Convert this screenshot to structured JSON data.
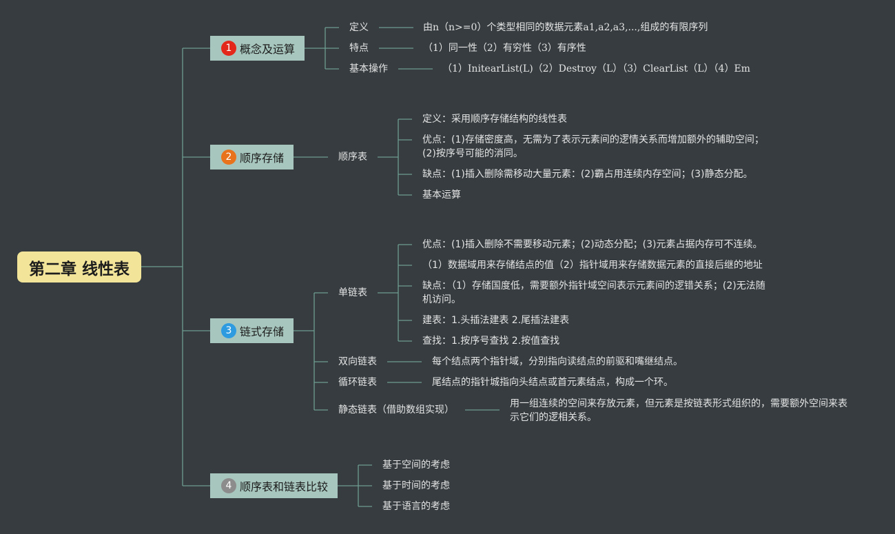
{
  "root": {
    "title": "第二章 线性表",
    "color": "#f2e59a"
  },
  "branches": [
    {
      "number": "1",
      "badge_color": "#e3281b",
      "label": "概念及运算",
      "items": [
        {
          "label": "定义",
          "detail": "由n（n>=0）个类型相同的数据元素a1,a2,a3,...,组成的有限序列"
        },
        {
          "label": "特点",
          "detail": "（1）同一性（2）有穷性（3）有序性"
        },
        {
          "label": "基本操作",
          "detail": "（1）InitearList(L)（2）Destroy（L）（3）ClearList（L）（4）Em"
        }
      ]
    },
    {
      "number": "2",
      "badge_color": "#e8731c",
      "label": "顺序存储",
      "sub": {
        "label": "顺序表",
        "items": [
          "定义：采用顺序存储结构的线性表",
          "优点：(1)存储密度高，无需为了表示元素间的逻情关系而增加额外的辅助空间；(2)按序号可能的消同。",
          "缺点：(1)插入删除需移动大量元素：(2)霸占用连续内存空间；(3)静态分配。",
          "基本运算"
        ]
      }
    },
    {
      "number": "3",
      "badge_color": "#2e9be0",
      "label": "链式存储",
      "single": {
        "label": "单链表",
        "items": [
          "优点：(1)插入删除不需要移动元素；(2)动态分配；(3)元素占据内存可不连续。",
          "（1）数据域用来存储结点的值（2）指针域用来存储数据元素的直接后继的地址",
          "缺点：（1）存储国度低，需要额外指针域空间表示元素间的逻错关系；(2)无法随机访问。",
          "建表：1.头插法建表 2.尾插法建表",
          "查找：1.按序号查找 2.按值查找"
        ]
      },
      "others": [
        {
          "label": "双向链表",
          "detail": "每个结点两个指针域，分别指向读结点的前驱和嘴继结点。"
        },
        {
          "label": "循环链表",
          "detail": "尾结点的指针城指向头结点或首元素结点，构成一个环。"
        },
        {
          "label": "静态链表（借助数组实现）",
          "detail": "用一组连续的空间来存放元素，但元素是按链表形式组织的，需要额外空间来表示它们的逻相关系。"
        }
      ]
    },
    {
      "number": "4",
      "badge_color": "#8c8c8c",
      "label": "顺序表和链表比较",
      "items": [
        "基于空间的考虑",
        "基于时间的考虑",
        "基于语言的考虑"
      ]
    }
  ],
  "colors": {
    "background": "#363c3f",
    "branch_fill": "#a7c6bd",
    "connector": "#6f9d91"
  }
}
